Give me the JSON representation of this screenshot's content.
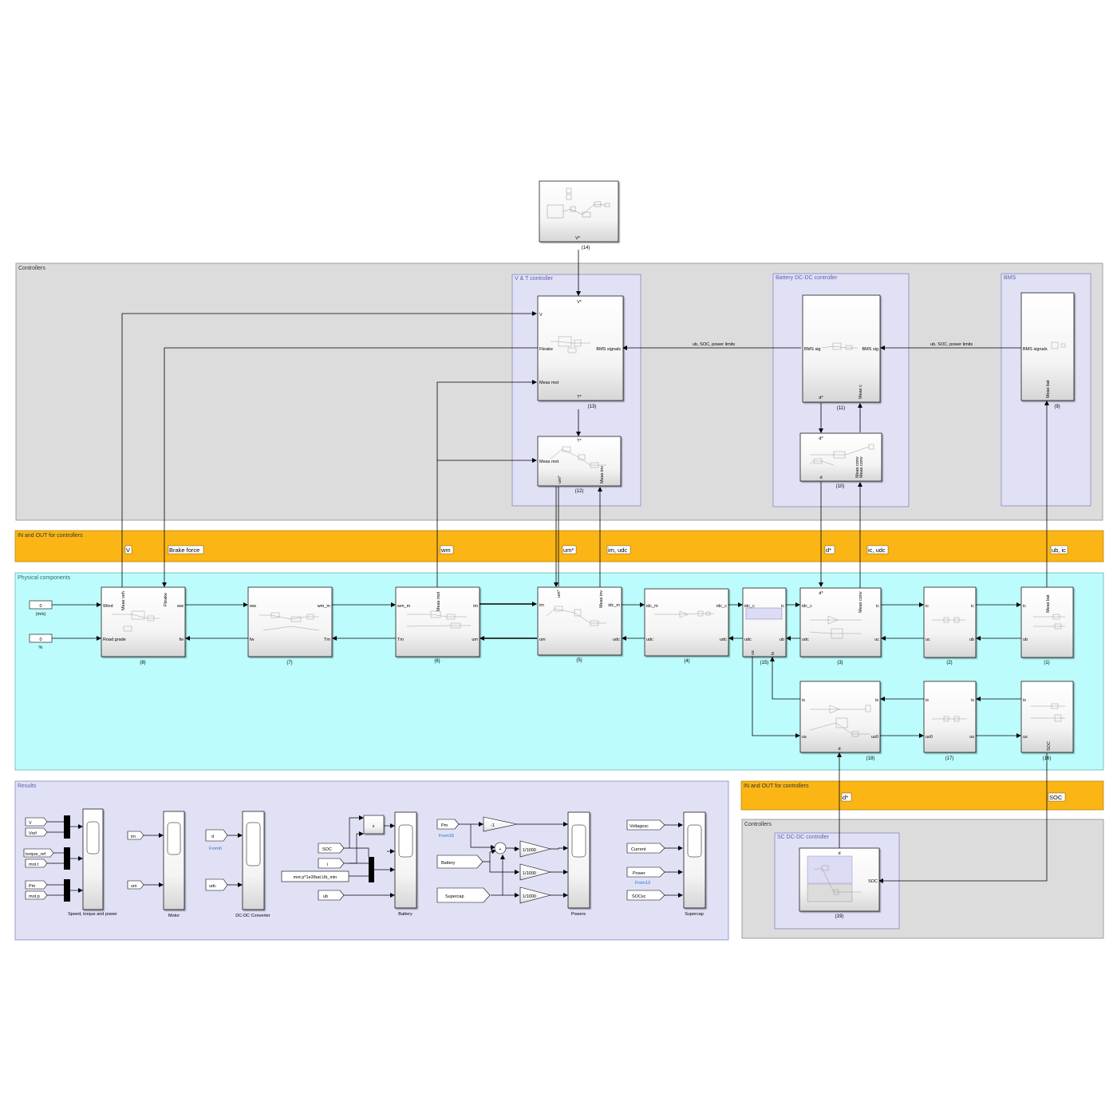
{
  "areas": {
    "controllers_main": "Controllers",
    "vt_controller": "V & T controller",
    "battery_dcdc": "Battery DC-DC controller",
    "bms": "BMS",
    "io_top": "IN and OUT for controllers",
    "physical": "Physical components",
    "results": "Results",
    "io_bottom": "IN and OUT for controllers",
    "controllers_sc": "Controllers",
    "sc_dcdc": "SC DC-DC controller"
  },
  "io_top_signals": [
    "V",
    "Brake force",
    "wm",
    "um*",
    "im, udc",
    "d*",
    "ic, udc",
    "ub, ic"
  ],
  "io_bottom_signals": [
    "d*",
    "SOC"
  ],
  "bus_labels": {
    "bms_to_dcdc": "ub, SOC, power limits",
    "dcdc_to_vt": "ub, SOC, power limits"
  },
  "blocks": {
    "b14": {
      "num": "(14)"
    },
    "b13": {
      "num": "(13)",
      "ports": [
        "V",
        "Fbrake",
        "Meas mot",
        "BMS signals"
      ]
    },
    "b12": {
      "num": "(12)",
      "ports": [
        "Meas mot",
        "um*",
        "Meas inv"
      ]
    },
    "b11": {
      "num": "(11)",
      "ports": [
        "BMS sig",
        "BMS sig",
        "Meas c"
      ]
    },
    "b10": {
      "num": "(10)",
      "ports": [
        "Meas conv",
        "Meas conv"
      ]
    },
    "b9": {
      "num": "(9)",
      "ports": [
        "BMS signals",
        "Meas bat"
      ]
    },
    "b8": {
      "num": "(8)",
      "ports": [
        "Wind",
        "Road grade",
        "Meas veh",
        "Fbrake",
        "ww",
        "fw"
      ]
    },
    "b7": {
      "num": "(7)",
      "ports": [
        "ww",
        "fw",
        "wm_m",
        "Tm"
      ]
    },
    "b6": {
      "num": "(6)",
      "ports": [
        "wm_m",
        "Tm",
        "Meas mot",
        "im",
        "um"
      ]
    },
    "b5": {
      "num": "(5)",
      "ports": [
        "im",
        "um",
        "um*",
        "Meas inv",
        "idc_m",
        "udc"
      ]
    },
    "b4": {
      "num": "(4)",
      "ports": [
        "idc_m",
        "udc",
        "idc_c",
        "udc"
      ]
    },
    "b15": {
      "num": "(15)",
      "ports": [
        "idc_c",
        "udc",
        "ic",
        "ub",
        "is",
        "us"
      ]
    },
    "b3": {
      "num": "(3)",
      "ports": [
        "idc_c",
        "udc",
        "ic",
        "uc",
        "d*",
        "Meas conv"
      ]
    },
    "b2": {
      "num": "(2)",
      "ports": [
        "ic",
        "uc",
        "ic",
        "ub"
      ]
    },
    "b1": {
      "num": "(1)",
      "ports": [
        "ic",
        "ub",
        "Meas bat"
      ]
    },
    "b18": {
      "num": "(18)",
      "ports": [
        "is",
        "us",
        "is",
        "us0"
      ]
    },
    "b17": {
      "num": "(17)",
      "ports": [
        "is",
        "us0",
        "is",
        "us"
      ]
    },
    "b16": {
      "num": "(16)",
      "ports": [
        "is",
        "us",
        "SOC"
      ]
    },
    "b19": {
      "num": "(19)",
      "ports": [
        "SOC"
      ]
    }
  },
  "constants": [
    {
      "value": "0",
      "label": "(m/s)"
    },
    {
      "value": "0",
      "label": "%"
    }
  ],
  "results": {
    "scopes": [
      "Speed, torque and power",
      "Motor",
      "DC-DC Converter",
      "Battery",
      "Powers",
      "Supercap"
    ],
    "speed_inputs": [
      "V",
      "Vref",
      "torque_ref",
      "mot.t",
      "Pm",
      "mot.p"
    ],
    "motor_inputs": [
      "im",
      "um"
    ],
    "dcdc_inputs": [
      "d",
      "udc"
    ],
    "dcdc_from": "From6",
    "battery_inputs": [
      "SOC",
      "i",
      "mot.p*1e3/bat.Ub_min",
      "ub"
    ],
    "battery_mult": "x",
    "powers_inputs": [
      "Pm",
      "Battery",
      "Supercap"
    ],
    "powers_from": "From16",
    "powers_gains": [
      "-1",
      "1/1000",
      "1/1000",
      "1/1000"
    ],
    "powers_sum": "+",
    "supercap_inputs": [
      "Voltagesc",
      "Current",
      "Power",
      "SOCsc"
    ],
    "supercap_from": "From13"
  }
}
